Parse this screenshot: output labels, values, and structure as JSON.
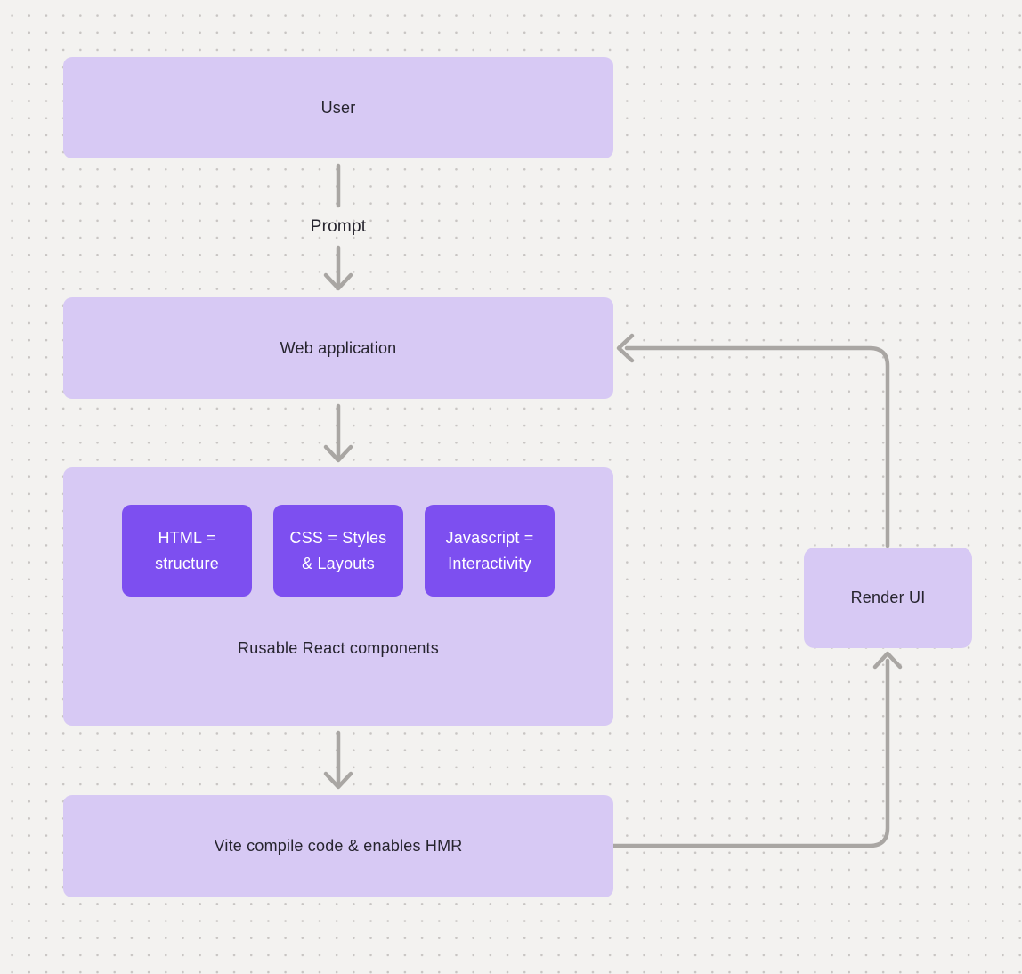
{
  "colors": {
    "background": "#f3f2f0",
    "dot": "#c8c5c3",
    "node_fill": "#d7c9f4",
    "accent_fill": "#7d4ff0",
    "accent_text": "#ffffff",
    "text": "#26242e",
    "connector": "#a9a6a3"
  },
  "nodes": {
    "user": {
      "label": "User"
    },
    "web_application": {
      "label": "Web application"
    },
    "components": {
      "title": "Rusable React components",
      "items": [
        {
          "label": "HTML = structure"
        },
        {
          "label": "CSS = Styles & Layouts"
        },
        {
          "label": "Javascript = Interactivity"
        }
      ]
    },
    "vite": {
      "label": "Vite compile code & enables HMR"
    },
    "render_ui": {
      "label": "Render UI"
    }
  },
  "edges": {
    "user_to_webapp": {
      "from": "User",
      "to": "Web application",
      "label": "Prompt"
    },
    "webapp_to_components": {
      "from": "Web application",
      "to": "Rusable React components",
      "label": ""
    },
    "components_to_vite": {
      "from": "Rusable React components",
      "to": "Vite compile code & enables HMR",
      "label": ""
    },
    "vite_to_renderui": {
      "from": "Vite compile code & enables HMR",
      "to": "Render UI",
      "label": ""
    },
    "renderui_to_webapp": {
      "from": "Render UI",
      "to": "Web application",
      "label": ""
    }
  }
}
